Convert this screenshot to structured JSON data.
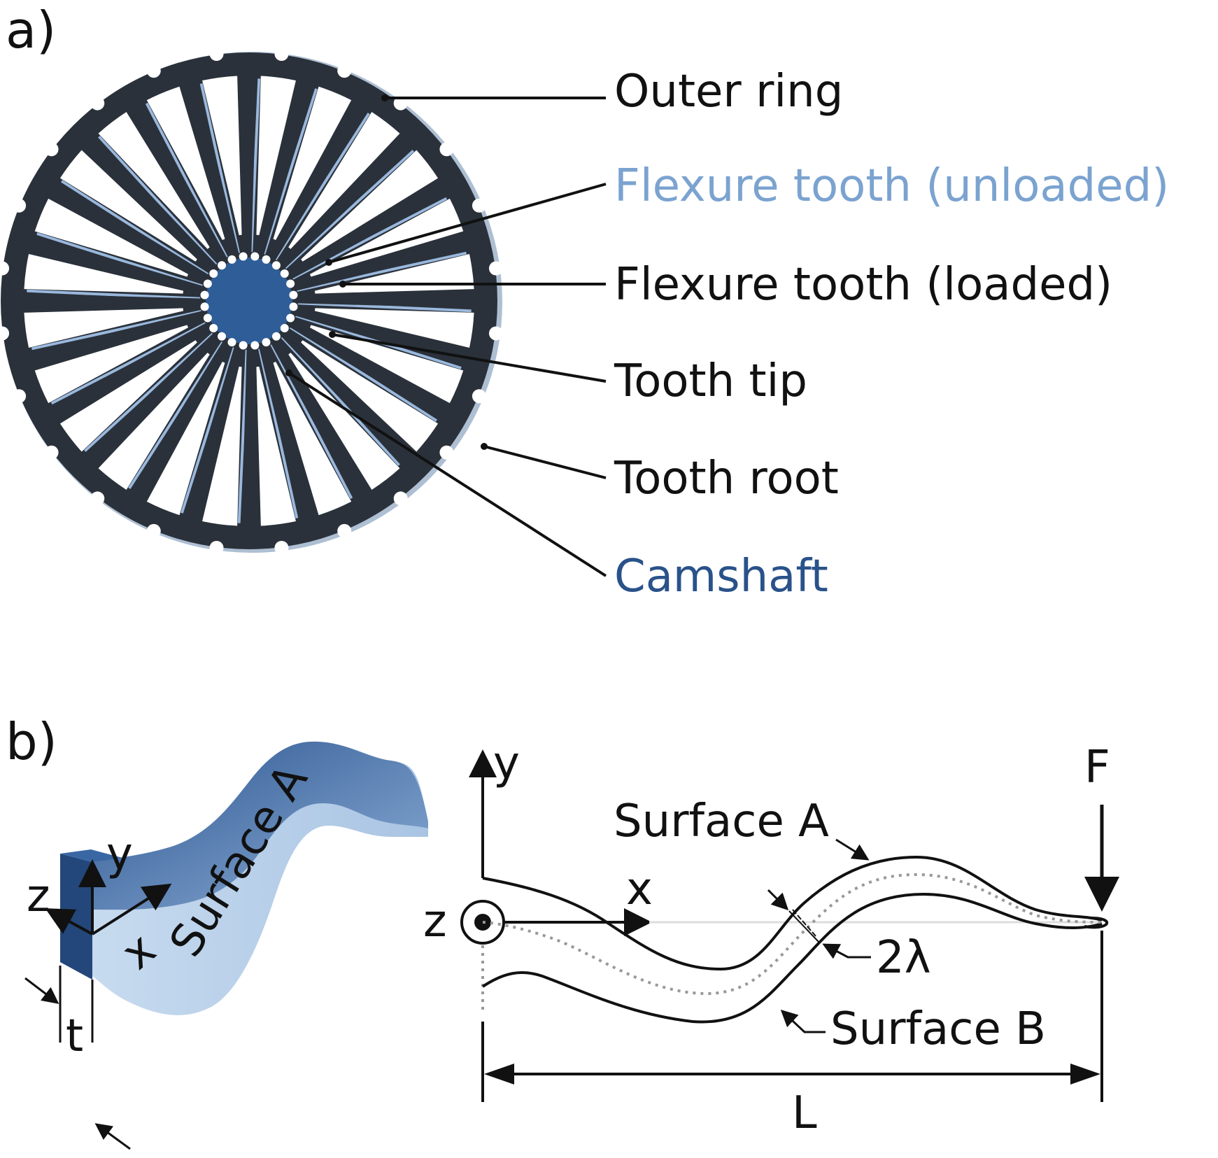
{
  "panel_a": {
    "label": "a)",
    "callouts": {
      "outer_ring": "Outer ring",
      "flexure_unloaded": "Flexure tooth (unloaded)",
      "flexure_loaded": "Flexure tooth (loaded)",
      "tooth_tip": "Tooth tip",
      "tooth_root": "Tooth root",
      "camshaft": "Camshaft"
    },
    "colors": {
      "ring": "#2a313a",
      "unloaded_tooth": "#9ab8dd",
      "camshaft": "#2f5d97",
      "unloaded_text": "#7ba3d0",
      "camshaft_text": "#2a528a"
    },
    "tooth_count": 24
  },
  "panel_b": {
    "label": "b)",
    "surface_a_3d": "Surface A",
    "axes_3d": {
      "y": "y",
      "z": "z",
      "x": "x",
      "t": "t"
    },
    "axes_2d": {
      "y": "y",
      "x": "x",
      "z": "z"
    },
    "force": "F",
    "surface_a": "Surface A",
    "surface_b": "Surface B",
    "thickness": "2λ",
    "length": "L",
    "colors": {
      "beam_dark": "#2a4f86",
      "beam_light": "#b7cfe8"
    }
  }
}
